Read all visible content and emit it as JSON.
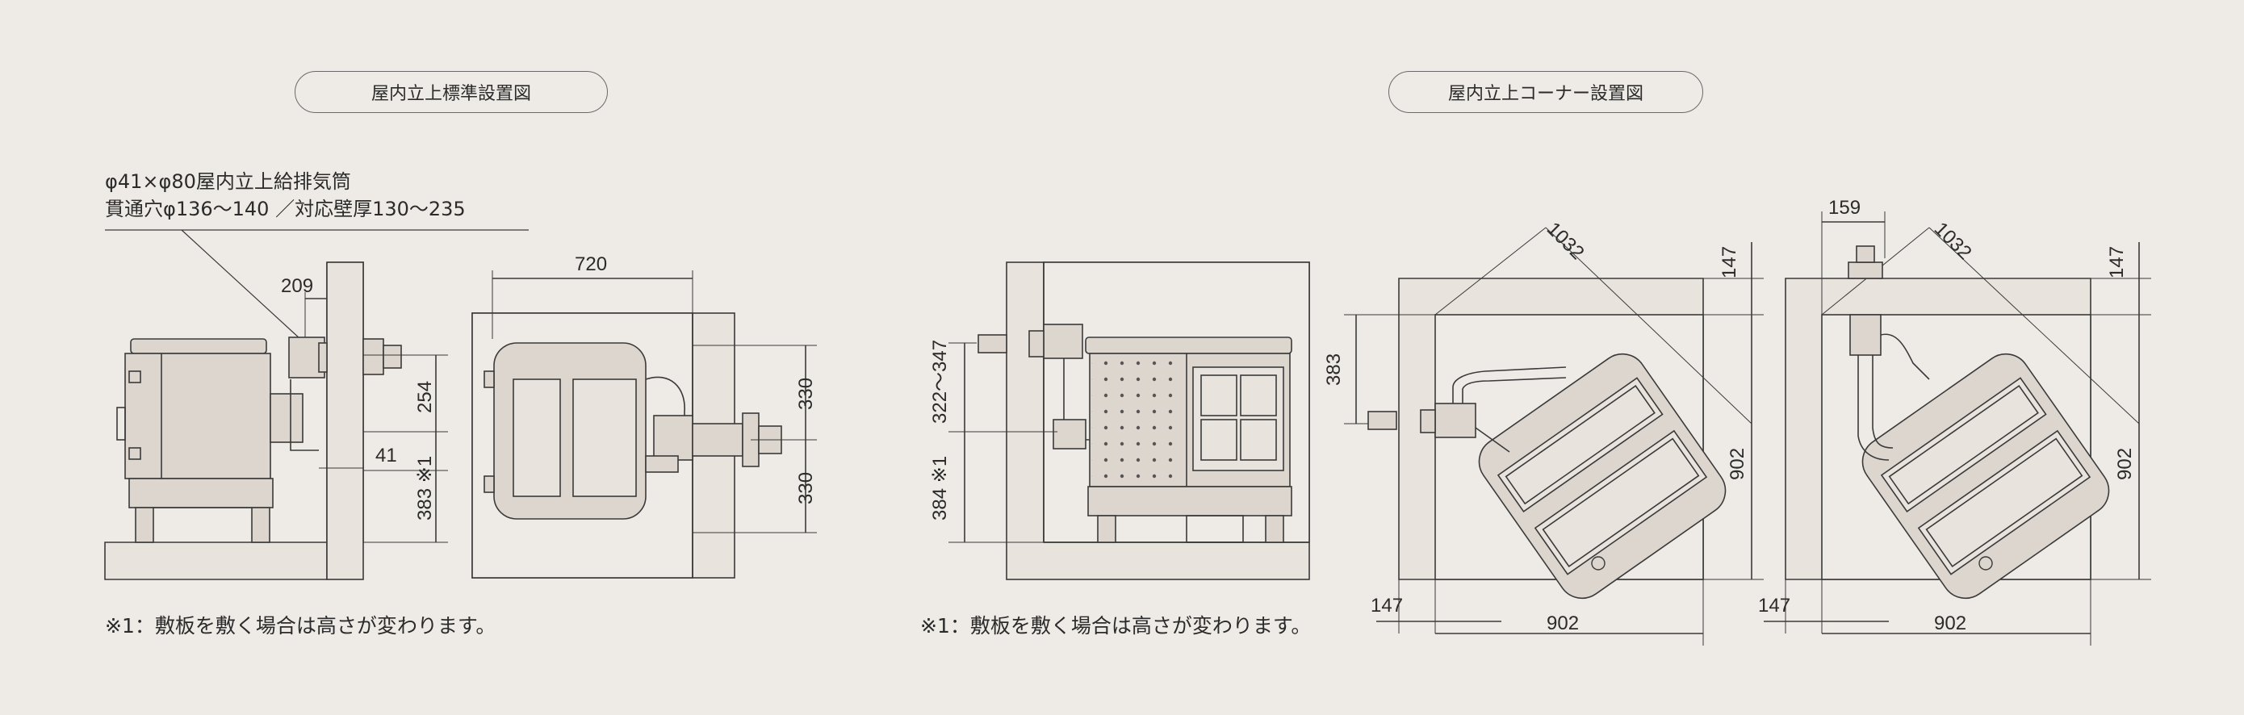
{
  "titles": {
    "standard": "屋内立上標準設置図",
    "corner": "屋内立上コーナー設置図"
  },
  "spec": {
    "line1": "φ41×φ80屋内立上給排気筒",
    "line2": "貫通穴φ136〜140 ／対応壁厚130〜235"
  },
  "notes": {
    "left": "※1：敷板を敷く場合は高さが変わります。",
    "middle": "※1：敷板を敷く場合は高さが変わります。"
  },
  "dims": {
    "d209": "209",
    "d254": "254",
    "d41": "41",
    "d383_1": "383 ※1",
    "d720": "720",
    "d330a": "330",
    "d330b": "330",
    "d322_347": "322〜347",
    "d384_1": "384 ※1",
    "d1032a": "1032",
    "d147a": "147",
    "d383": "383",
    "d902a": "902",
    "d147b": "147",
    "d902b": "902",
    "d159": "159",
    "d1032b": "1032",
    "d147c": "147",
    "d902c": "902",
    "d147d": "147",
    "d902d": "902"
  },
  "colors": {
    "background": "#eeeae6",
    "line": "#3a3a3a",
    "wall_fill": "#e8e3dd",
    "stove_fill": "#dcd6ce"
  }
}
